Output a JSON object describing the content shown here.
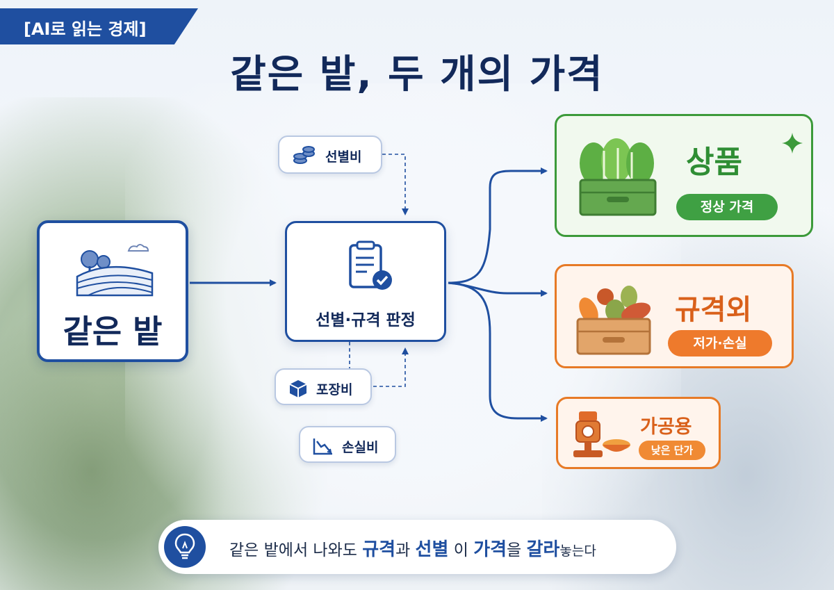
{
  "series_label": "[AI로 읽는 경제]",
  "title": "같은 밭, 두 개의 가격",
  "source": {
    "label": "같은 밭",
    "icon": "farm-field-icon"
  },
  "judgement": {
    "label": "선별·규격 판정",
    "icon": "clipboard-check-icon"
  },
  "costs": [
    {
      "label": "선별비",
      "icon": "coins-icon"
    },
    {
      "label": "포장비",
      "icon": "package-box-icon"
    },
    {
      "label": "손실비",
      "icon": "loss-chart-icon"
    }
  ],
  "outcomes": [
    {
      "label": "상품",
      "tag": "정상 가격",
      "icon": "vegetable-crate-icon",
      "color": "#3c9a3a"
    },
    {
      "label": "규격외",
      "tag": "저가·손실",
      "icon": "mixed-produce-crate-icon",
      "color": "#e77a26"
    },
    {
      "label": "가공용",
      "tag": "낮은 단가",
      "icon": "grinder-icon",
      "color": "#e77a26"
    }
  ],
  "message": {
    "part1": "같은 밭에서 나와도 ",
    "kw1": "규격",
    "part2": "과 ",
    "kw2": "선별",
    "part3": " 이 ",
    "kw3": "가격",
    "part4": "을 ",
    "kw4": "갈라",
    "part5": "놓는다"
  },
  "colors": {
    "brand": "#1f4fa0",
    "navy": "#12295a",
    "green": "#3c9a3a",
    "orange": "#e77a26"
  }
}
